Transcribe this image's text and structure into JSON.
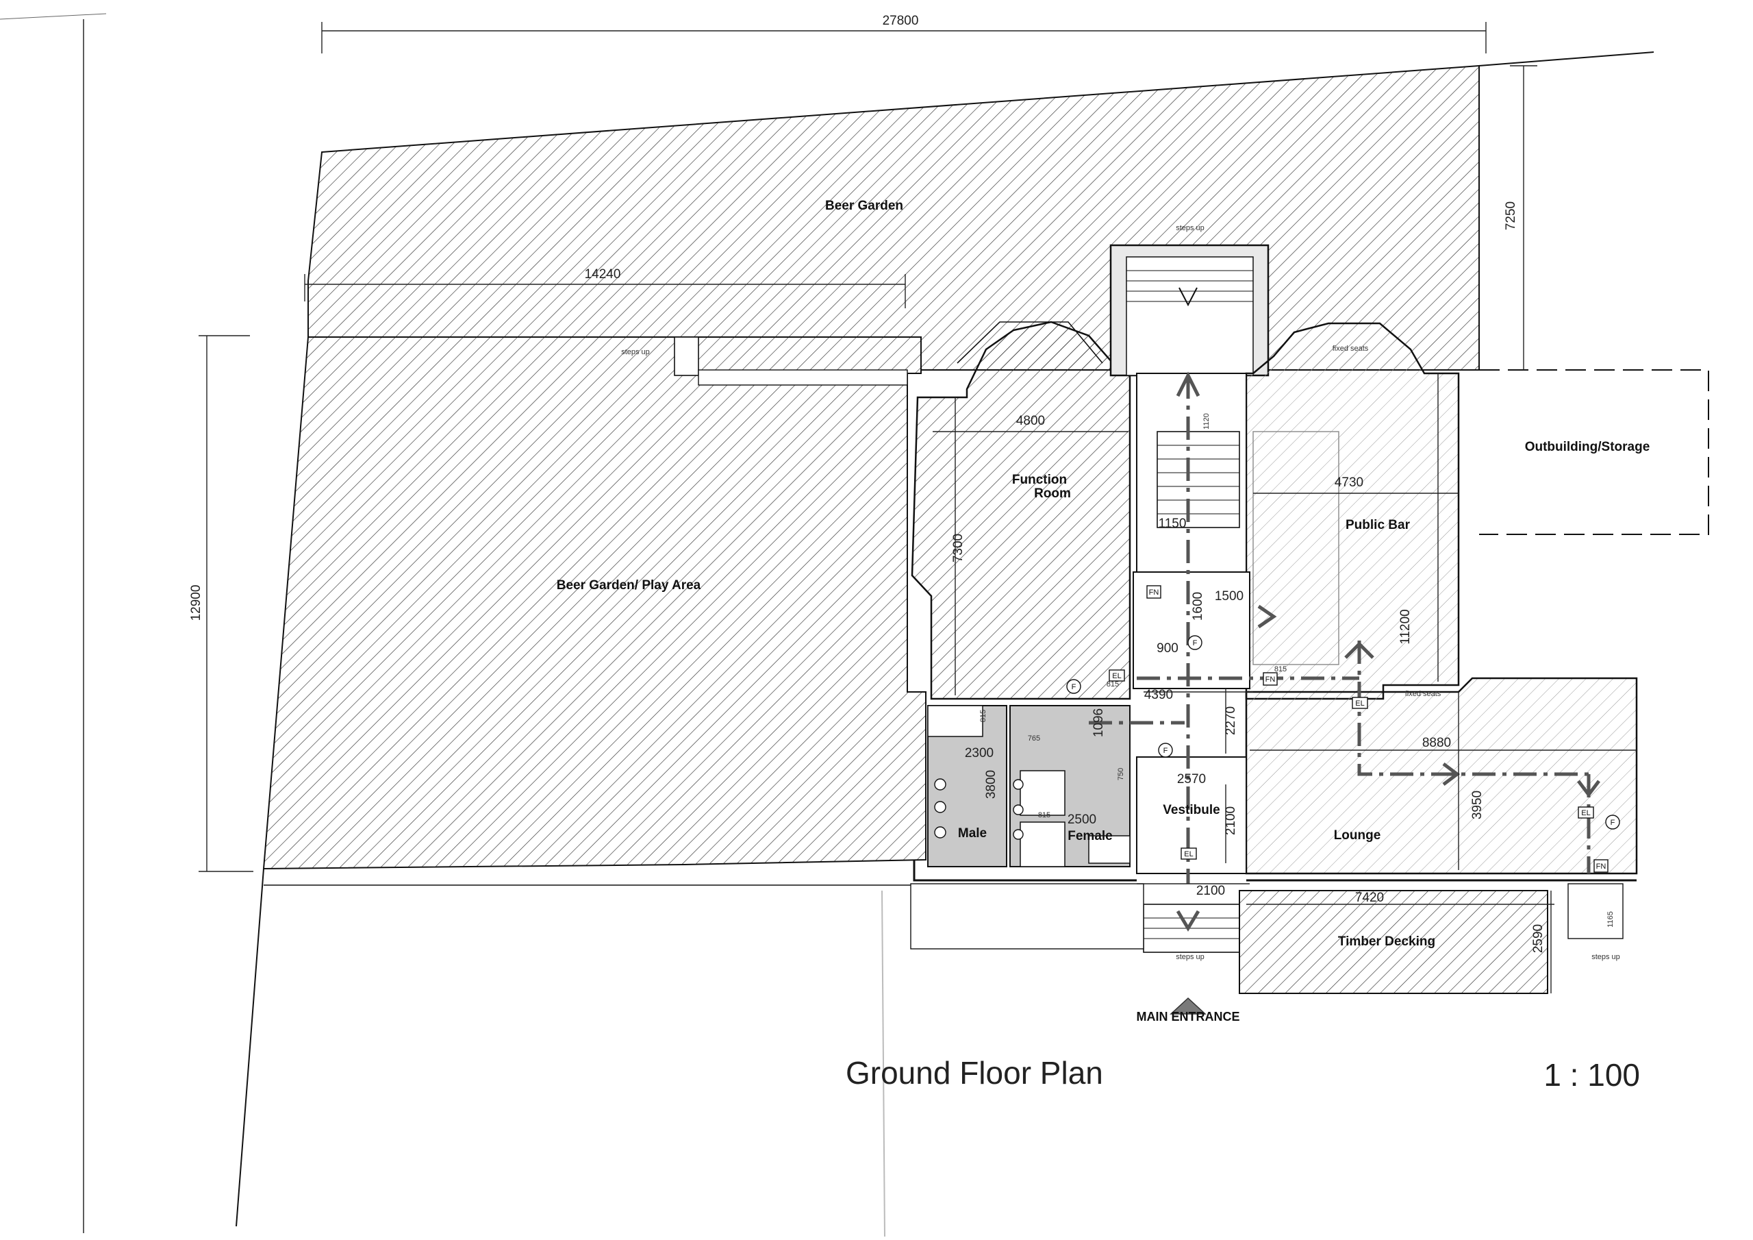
{
  "drawing": {
    "title": "Ground Floor Plan",
    "scale": "1 : 100",
    "main_entrance": "MAIN ENTRANCE"
  },
  "rooms": {
    "beer_garden": "Beer Garden",
    "beer_garden_play": "Beer Garden/ Play Area",
    "function_room_1": "Function",
    "function_room_2": "Room",
    "public_bar": "Public Bar",
    "outbuilding": "Outbuilding/Storage",
    "male": "Male",
    "female": "Female",
    "vestibule": "Vestibule",
    "lounge": "Lounge",
    "timber_decking": "Timber Decking"
  },
  "notes": {
    "steps_up": "steps up",
    "fixed_seats": "fixed seats"
  },
  "symbols": {
    "fire_notice": "FN",
    "fire_extinguisher": "F",
    "emergency_light": "EL"
  },
  "dimensions": {
    "overall_width": "27800",
    "garden_depth": "7250",
    "play_area_width": "14240",
    "play_area_depth": "12900",
    "function_room_width": "4800",
    "function_room_depth": "7300",
    "stair_1150": "1150",
    "stair_1120": "1120",
    "public_bar_width": "4730",
    "public_bar_depth": "11200",
    "d1600": "1600",
    "d1500": "1500",
    "d900": "900",
    "corridor_4390": "4390",
    "d1096": "1096",
    "d2270": "2270",
    "male_2300": "2300",
    "male_3800": "3800",
    "female_2500": "2500",
    "vestibule_2570": "2570",
    "vestibule_2100": "2100",
    "entrance_2100": "2100",
    "lounge_8880": "8880",
    "lounge_3950": "3950",
    "decking_7420": "7420",
    "decking_2590": "2590",
    "door_815a": "815",
    "door_815b": "815",
    "door_815c": "815",
    "door_815d": "815",
    "door_765": "765",
    "door_750": "750",
    "door_1165": "1165"
  }
}
